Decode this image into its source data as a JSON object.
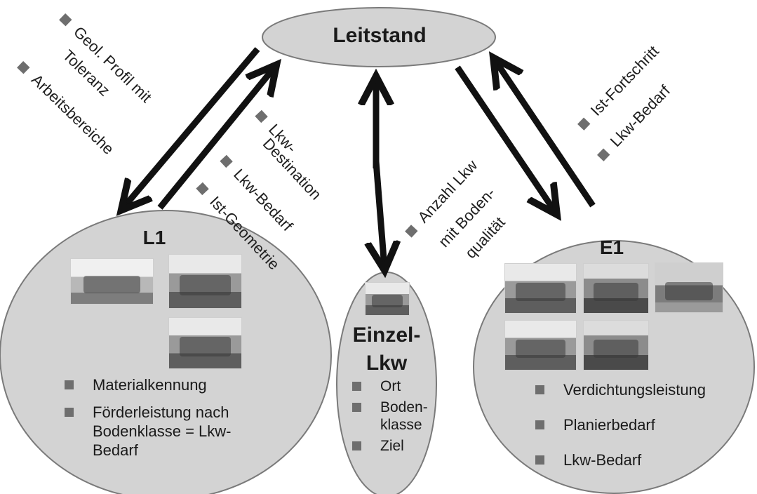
{
  "nodes": {
    "leitstand": "Leitstand",
    "l1": "L1",
    "e1": "E1",
    "einzel_line1": "Einzel-",
    "einzel_line2": "Lkw"
  },
  "arrow_labels": {
    "left_outer": [
      "Geol. Profil mit",
      "Toleranz",
      "Arbeitsbereiche"
    ],
    "left_inner": [
      "Lkw-",
      "Destination",
      "Lkw-Bedarf",
      "Ist-Geometrie"
    ],
    "center": [
      "Anzahl Lkw",
      "mit Boden-",
      "qualität"
    ],
    "right": [
      "Ist-Fortschritt",
      "Lkw-Bedarf"
    ]
  },
  "l1_list": [
    [
      "Materialkennung"
    ],
    [
      "Förderleistung nach",
      "Bodenklasse = Lkw-",
      "Bedarf"
    ]
  ],
  "einzel_list": [
    [
      "Ort"
    ],
    [
      "Boden-",
      "klasse"
    ],
    [
      "Ziel"
    ]
  ],
  "e1_list": [
    [
      "Verdichtungsleistung"
    ],
    [
      "Planierbedarf"
    ],
    [
      "Lkw-Bedarf"
    ]
  ],
  "photos": {
    "l1": [
      "excavator",
      "dump-truck",
      "dump-truck"
    ],
    "einzel": [
      "dump-truck"
    ],
    "e1": [
      "dump-truck",
      "bulldozer",
      "roller",
      "dump-truck",
      "bulldozer"
    ]
  },
  "colors": {
    "ellipse_fill": "#d3d3d3",
    "ellipse_stroke": "#7a7a7a",
    "arrow": "#111111",
    "bullet": "#6e6e6e"
  }
}
